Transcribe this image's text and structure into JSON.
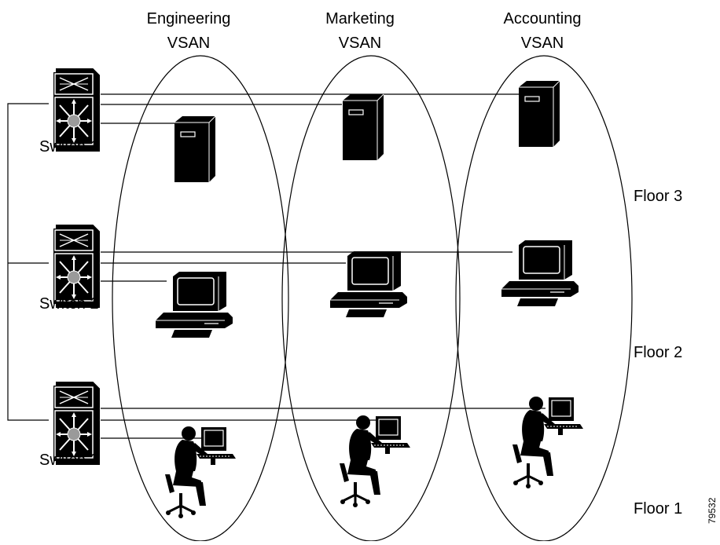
{
  "vsans": [
    {
      "line1": "Engineering",
      "line2": "VSAN"
    },
    {
      "line1": "Marketing",
      "line2": "VSAN"
    },
    {
      "line1": "Accounting",
      "line2": "VSAN"
    }
  ],
  "switches": [
    {
      "label": "Switch 1"
    },
    {
      "label": "Switch 2"
    },
    {
      "label": "Switch 3"
    }
  ],
  "floors": [
    {
      "label": "Floor 3"
    },
    {
      "label": "Floor 2"
    },
    {
      "label": "Floor 1"
    }
  ],
  "figure_id": "79532",
  "colors": {
    "stroke": "#000000",
    "switch_hub": "#9a9a9a",
    "background": "#ffffff"
  },
  "devices": {
    "floor3": [
      "server-icon",
      "server-icon",
      "server-icon"
    ],
    "floor2": [
      "workstation-icon",
      "workstation-icon",
      "workstation-icon"
    ],
    "floor1": [
      "user-at-computer-icon",
      "user-at-computer-icon",
      "user-at-computer-icon"
    ]
  }
}
